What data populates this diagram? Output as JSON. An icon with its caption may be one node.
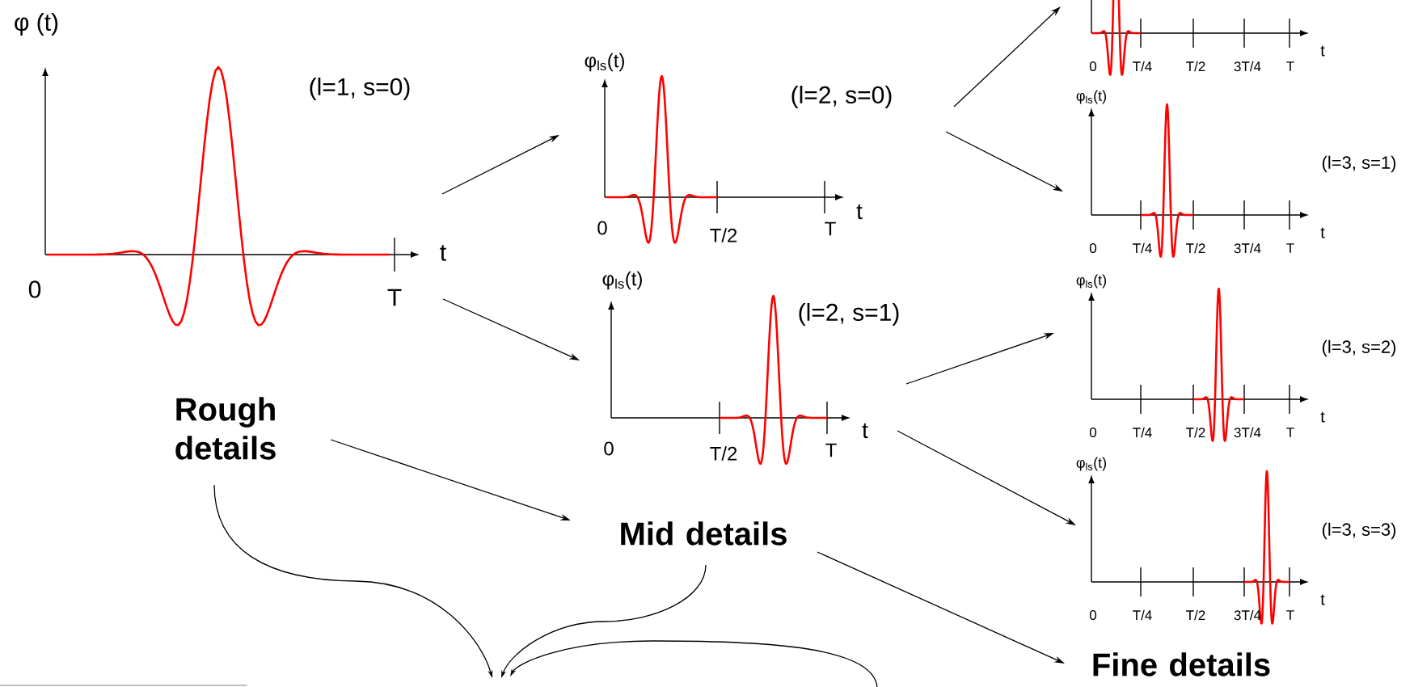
{
  "diagram": {
    "nodes": [
      {
        "text": [
          "φ (t)",
          "(l=1, s=0)",
          "0",
          "T",
          "t"
        ]
      },
      {
        "text": [
          "φ$_{ls}$(t)",
          "(l=2, s=0)",
          "0",
          "T/2",
          "T",
          "t"
        ]
      },
      {
        "text": [
          "φ$_{ls}$(t)",
          "(l=2, s=1)",
          "0",
          "T/2",
          "T",
          "t"
        ]
      },
      {
        "text": [
          "0",
          "T/4",
          "T/2",
          "3T/4",
          "T",
          "t"
        ]
      },
      {
        "text": [
          "φ$_{ls}$(t)",
          "(l=3, s=1)",
          "0",
          "T/4",
          "T/2",
          "3T/4",
          "T",
          "t"
        ]
      },
      {
        "text": [
          "φ$_{ls}$(t)",
          "(l=3, s=2)",
          "0",
          "T/4",
          "T/2",
          "3T/4",
          "T",
          "t"
        ]
      },
      {
        "text": [
          "φ$_{ls}$(t)",
          "(l=3, s=3)",
          "0",
          "T/4",
          "T/2",
          "3T/4",
          "T",
          "t"
        ]
      },
      {
        "text": [
          "Rough details"
        ]
      },
      {
        "text": [
          "Mid details"
        ]
      },
      {
        "text": [
          "Fine details"
        ]
      }
    ],
    "edges": [
      {
        "from": 0,
        "to": 1,
        "arrow": "to"
      },
      {
        "from": 0,
        "to": 2,
        "arrow": "to"
      },
      {
        "from": 1,
        "to": 3,
        "arrow": "to"
      },
      {
        "from": 1,
        "to": 4,
        "arrow": "to"
      },
      {
        "from": 2,
        "to": 5,
        "arrow": "to"
      },
      {
        "from": 2,
        "to": 6,
        "arrow": "to"
      },
      {
        "from": 7,
        "to": 8,
        "arrow": "to"
      },
      {
        "from": 8,
        "to": 9,
        "arrow": "to"
      },
      {
        "from": 7,
        "to": null,
        "arrow": "to"
      },
      {
        "from": 8,
        "to": null,
        "arrow": "to"
      }
    ]
  }
}
